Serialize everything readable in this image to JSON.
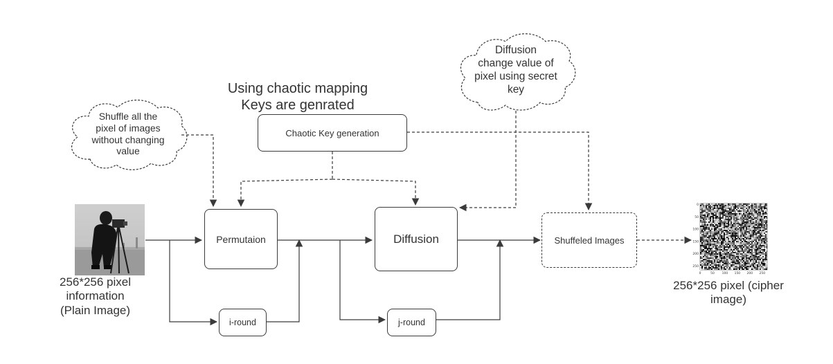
{
  "title": {
    "line1": "Using chaotic mapping",
    "line2": "Keys are genrated"
  },
  "clouds": {
    "shuffle": {
      "line1": "Shuffle all the",
      "line2": "pixel of images",
      "line3": "without changing",
      "line4": "value"
    },
    "diffusion": {
      "line1": "Diffusion",
      "line2": "change value of",
      "line3": "pixel using secret",
      "line4": "key"
    }
  },
  "boxes": {
    "key_generation": "Chaotic Key generation",
    "permutation": "Permutaion",
    "diffusion": "Diffusion",
    "shuffled": "Shuffeled Images",
    "i_round": "i-round",
    "j_round": "j-round"
  },
  "plain_image": {
    "line1": "256*256 pixel",
    "line2": "information",
    "line3": "(Plain Image)"
  },
  "cipher_image": {
    "line1": "256*256 pixel (cipher",
    "line2": "image)",
    "y_ticks": [
      "0",
      "50",
      "100",
      "150",
      "200",
      "250"
    ],
    "x_ticks": [
      "0",
      "50",
      "100",
      "150",
      "200",
      "250"
    ]
  },
  "colors": {
    "line": "#3a3a3a",
    "text": "#333333"
  }
}
